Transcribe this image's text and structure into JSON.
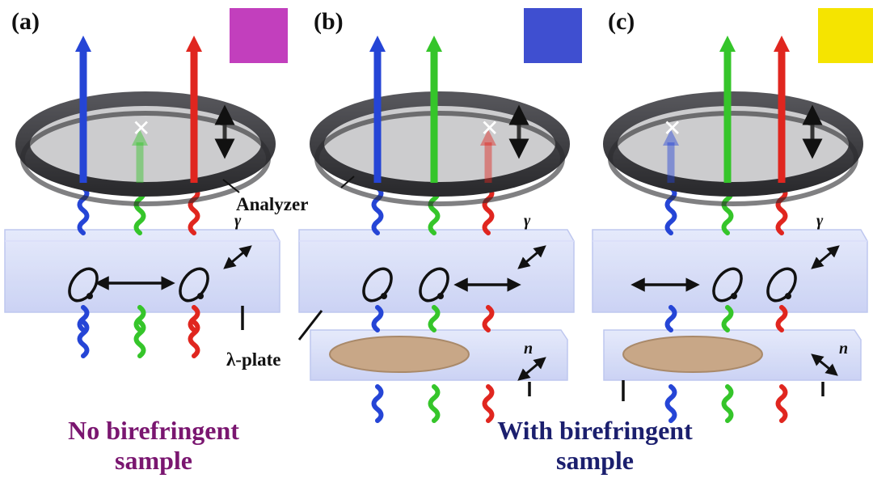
{
  "panels": [
    {
      "label": "(a)",
      "result_color": "#c23fbd"
    },
    {
      "label": "(b)",
      "result_color": "#3f4fd0"
    },
    {
      "label": "(c)",
      "result_color": "#f5e400"
    }
  ],
  "labels": {
    "analyzer": "Analyzer",
    "lambda_plate": "λ-plate",
    "gamma": "γ",
    "n": "n",
    "cross_mark": "✕"
  },
  "captions": {
    "left": "No birefringent sample",
    "left_line1": "No birefringent",
    "left_line2": "sample",
    "right_line1": "With birefringent",
    "right_line2": "sample"
  },
  "colors": {
    "red": "#e0261f",
    "green": "#35c52a",
    "blue": "#2545d6",
    "ring": "#3a3a3d",
    "plate": "#cfd6f5",
    "sample": "#c8a787",
    "caption_left": "#7a1670",
    "caption_right": "#1b1f6e"
  }
}
